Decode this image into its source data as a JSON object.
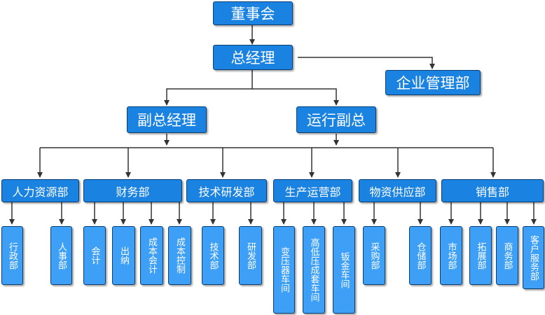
{
  "chart": {
    "board": "董事会",
    "general_manager": "总经理",
    "enterprise_dept": "企业管理部",
    "vice_gm": "副总经理",
    "ops_vice": "运行副总",
    "departments": [
      {
        "name": "人力资源部",
        "subs": [
          "行政部",
          "人事部"
        ]
      },
      {
        "name": "财务部",
        "subs": [
          "会计",
          "出纳",
          "成本会计",
          "成本控制"
        ]
      },
      {
        "name": "技术研发部",
        "subs": [
          "技术部",
          "研发部"
        ]
      },
      {
        "name": "生产运营部",
        "subs": [
          "变压器车间",
          "高低压成套车间",
          "钣金车间"
        ]
      },
      {
        "name": "物资供应部",
        "subs": [
          "采购部",
          "仓储部"
        ]
      },
      {
        "name": "销售部",
        "subs": [
          "市场部",
          "拓展部",
          "商务部",
          "客户服务部"
        ]
      }
    ]
  },
  "colors": {
    "box_fill": "#1a82e0",
    "box_border": "#0b3f73",
    "leaf_fill": "#3d9ff5",
    "connector": "#333333",
    "text": "#ffffff"
  }
}
